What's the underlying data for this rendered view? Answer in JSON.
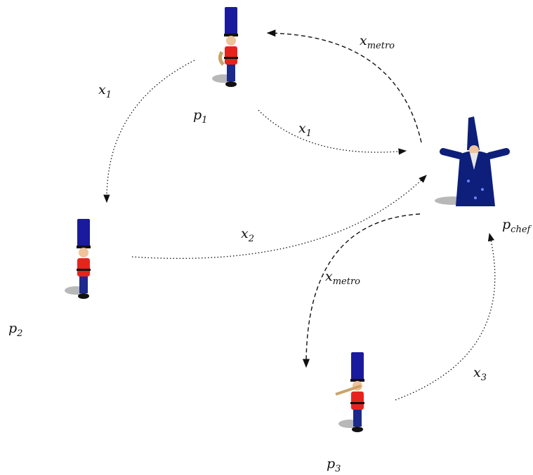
{
  "labels": {
    "p1": {
      "base": "p",
      "sub": "1"
    },
    "p2": {
      "base": "p",
      "sub": "2"
    },
    "p3": {
      "base": "p",
      "sub": "3"
    },
    "pchef": {
      "base": "p",
      "sub": "chef"
    }
  },
  "edges": {
    "p1_to_p2": {
      "base": "x",
      "sub": "1"
    },
    "p1_to_chef": {
      "base": "x",
      "sub": "1"
    },
    "p2_to_chef": {
      "base": "x",
      "sub": "2"
    },
    "p3_to_chef": {
      "base": "x",
      "sub": "3"
    },
    "chef_to_p1": {
      "base": "x",
      "sub": "metro"
    },
    "chef_to_p3": {
      "base": "x",
      "sub": "metro"
    }
  },
  "colors": {
    "hat": "#1a1a9e",
    "jacket": "#e8231e",
    "trousers": "#1c2a8c",
    "skin": "#f0c39a",
    "shadow": "#a6a6a6",
    "robe": "#0d1f7a",
    "robe_star": "#6a86ff",
    "beard": "#e6e6e6",
    "instrument": "#c9a46a"
  }
}
